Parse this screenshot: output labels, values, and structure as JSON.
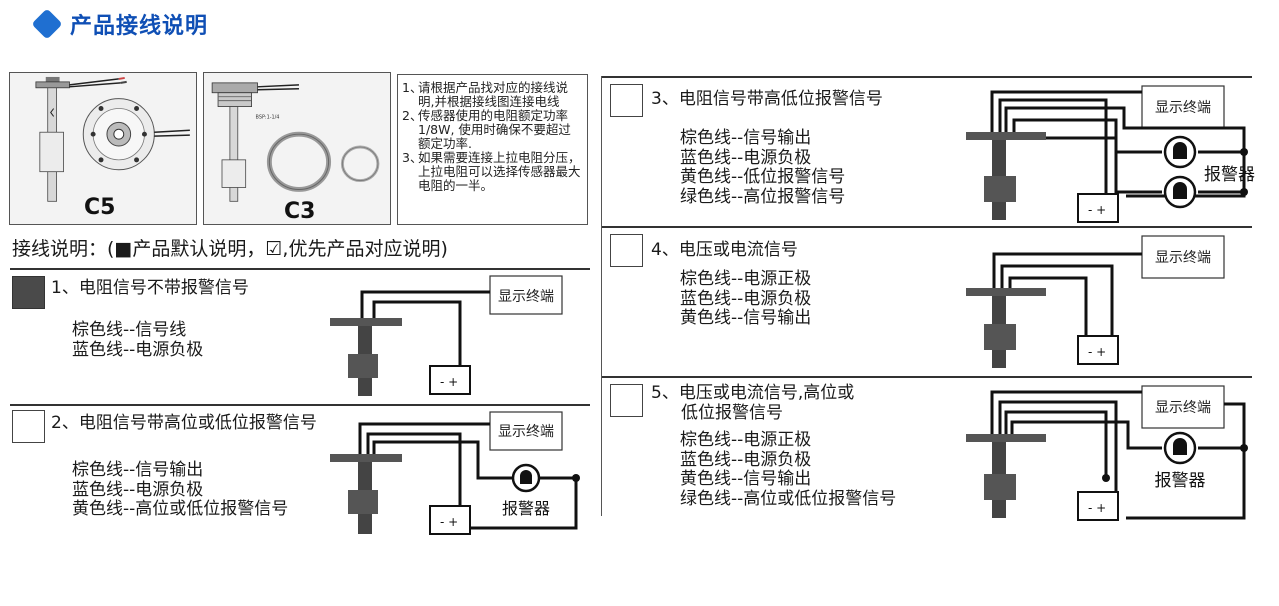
{
  "header": {
    "title": "产品接线说明"
  },
  "products": [
    {
      "label": "C5"
    },
    {
      "label": "C3",
      "thread_label": "BSP:1-1/4"
    }
  ],
  "notes": [
    {
      "num": "1、",
      "text": "请根据产品找对应的接线说明,并根据接线图连接电线"
    },
    {
      "num": "2、",
      "text": "传感器使用的电阻额定功率1/8W, 使用时确保不要超过额定功率."
    },
    {
      "num": "3、",
      "text": "如果需要连接上拉电阻分压，上拉电阻可以选择传感器最大电阻的一半。"
    }
  ],
  "legend": {
    "text": "接线说明：(■产品默认说明，☑,优先产品对应说明)"
  },
  "common": {
    "display_label": "显示终端",
    "alarm_label": "报警器"
  },
  "sections": [
    {
      "id": "s1",
      "title": "1、电阻信号不带报警信号",
      "wires": [
        "棕色线--信号线",
        "蓝色线--电源负极"
      ]
    },
    {
      "id": "s2",
      "title": "2、电阻信号带高位或低位报警信号",
      "wires": [
        "棕色线--信号输出",
        "蓝色线--电源负极",
        "黄色线--高位或低位报警信号"
      ]
    },
    {
      "id": "s3",
      "title": "3、电阻信号带高低位报警信号",
      "wires": [
        "棕色线--信号输出",
        "蓝色线--电源负极",
        "黄色线--低位报警信号",
        "绿色线--高位报警信号"
      ]
    },
    {
      "id": "s4",
      "title": "4、电压或电流信号",
      "wires": [
        "棕色线--电源正极",
        "蓝色线--电源负极",
        "黄色线--信号输出"
      ]
    },
    {
      "id": "s5",
      "title_lines": [
        "5、电压或电流信号,高位或",
        "低位报警信号"
      ],
      "wires": [
        "棕色线--电源正极",
        "蓝色线--电源负极",
        "黄色线--信号输出",
        "绿色线--高位或低位报警信号"
      ]
    }
  ]
}
